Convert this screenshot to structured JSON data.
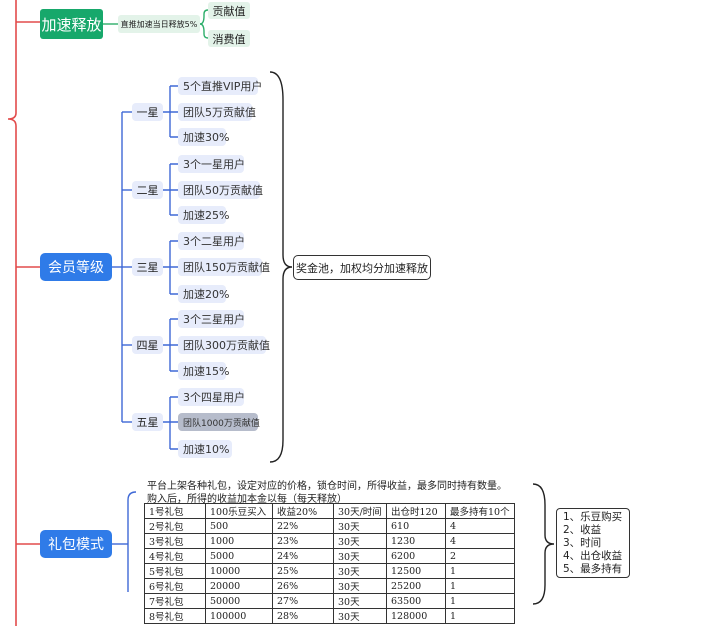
{
  "top": {
    "root": "加速释放",
    "mid": "直推加速当日释放5%",
    "leaves": [
      "贡献值",
      "消费值"
    ]
  },
  "membership": {
    "root": "会员等级",
    "levels": [
      {
        "name": "一星",
        "items": [
          "5个直推VIP用户",
          "团队5万贡献值",
          "加速30%"
        ]
      },
      {
        "name": "二星",
        "items": [
          "3个一星用户",
          "团队50万贡献值",
          "加速25%"
        ]
      },
      {
        "name": "三星",
        "items": [
          "3个二星用户",
          "团队150万贡献值",
          "加速20%"
        ]
      },
      {
        "name": "四星",
        "items": [
          "3个三星用户",
          "团队300万贡献值",
          "加速15%"
        ]
      },
      {
        "name": "五星",
        "items": [
          "3个四星用户",
          "团队1000万贡献值",
          "加速10%"
        ]
      }
    ],
    "pool": "奖金池，加权均分加速释放"
  },
  "packages": {
    "root": "礼包模式",
    "caption1": "平台上架各种礼包，设定对应的价格，锁仓时间，所得收益，最多同时持有数量。",
    "caption2": "购入后，所得的收益加本金以每（每天释放）",
    "headers": [
      "1号礼包",
      "100乐豆买入",
      "收益20%",
      "30天/时间",
      "出仓时120",
      "最多持有10个"
    ],
    "rows": [
      [
        "2号礼包",
        "500",
        "22%",
        "30天",
        "610",
        "4"
      ],
      [
        "3号礼包",
        "1000",
        "23%",
        "30天",
        "1230",
        "4"
      ],
      [
        "4号礼包",
        "5000",
        "24%",
        "30天",
        "6200",
        "2"
      ],
      [
        "5号礼包",
        "10000",
        "25%",
        "30天",
        "12500",
        "1"
      ],
      [
        "6号礼包",
        "20000",
        "26%",
        "30天",
        "25200",
        "1"
      ],
      [
        "7号礼包",
        "50000",
        "27%",
        "30天",
        "63500",
        "1"
      ],
      [
        "8号礼包",
        "100000",
        "28%",
        "30天",
        "128000",
        "1"
      ]
    ],
    "notes": [
      "1、乐豆购买",
      "2、收益",
      "3、时间",
      "4、出仓收益",
      "5、最多持有"
    ]
  }
}
